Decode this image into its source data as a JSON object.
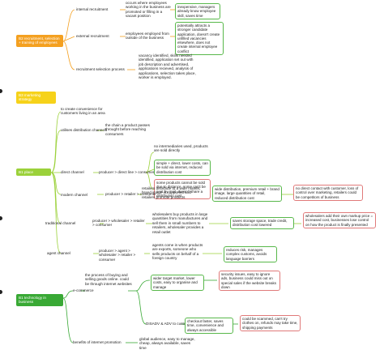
{
  "sections": {
    "b2": "B2 recruitment, selection + training of employees",
    "b3": "B3 marketing strategy",
    "b4": "B1 place",
    "b5": "B1 technology in business"
  },
  "recruitment": {
    "internal": {
      "label": "internal recruitment",
      "desc": "occurs where employees working in the business are promoted or filling in a vacant position",
      "pro": "inexpensive, managers already know employee skill, saves time"
    },
    "external": {
      "label": "external recruitment",
      "desc": "employees employed from outside of the business",
      "pro": "potentially attracts a stronger candidate application, doesn't create unfilled vacancies elsewhere, does not create internal employee conflict"
    },
    "selection": {
      "label": "recruitment selection process",
      "desc": "vacancy identified, skills needed identified, application set out with job description and advertised, applications recieved, analysis of applications, selection takes place, worker is employed."
    }
  },
  "place": {
    "purpose": "to create convenience for customers living in an area",
    "distribution": {
      "label": "utilises distribution channels",
      "desc": "the chain a product passes throught before reaching consumers"
    },
    "direct": {
      "label": "direct channel",
      "flow": "producer > direct line > consumer",
      "note1": "no intermediaries used, products are sold directly",
      "note2": "simple + direct, lower costs, can be sold via internet, reduced distribution cost",
      "note3": "some products cannot be sold due to distance, some can't be sent by mail, doesn't share a distribution cost"
    },
    "modern": {
      "label": "modern channel",
      "flow": "producer > retailer > consumer",
      "desc": "retailers distribute to a wide market, brand image is supported and retailers promote products",
      "pro": "wide distribution, premium retail + brand image, large quantities of retail, reduced distribution cost",
      "con": "no direct contact with customer, loss of control over marketing, retailers could be competitors of business"
    },
    "traditional": {
      "label": "traditional channel",
      "flow": "producer > wholesaler > retailer > consumer",
      "desc": "wholesalers buy products in large quantities from manufactures and sell them in small numbers to retailers, wholesaler provides a retail outlet",
      "pro": "saves storage space, trade credit, distribution cost lowered",
      "con": "wholesalers add their own markup price = increased cost, businesses lose control on how the product is finally presented"
    },
    "agent": {
      "label": "agent channel",
      "flow": "producer > agent > wholesaler > retailer > consumer",
      "desc": "agents come in when products are exports, someone who sells products on behalf of a foreign country",
      "pro": "reduces risk, manages complex customs, avoids language barriers"
    }
  },
  "technology": {
    "ecommerce": {
      "label": "e-commerce",
      "desc": "the process of buying and selling goods online. could be through internet websites",
      "adv_pro": "wider target market, lower costs, easy to organise and manage",
      "adv_con": "security issues, easy to ignore ads, business could miss out on special sales if the website breaks down",
      "label2": "DISADV & ADV to customers",
      "cust_pro": "checkout faster, saves time, convenience and always accessible",
      "cust_con": "could be scammed, can't try clothes on, refunds may take time, shipping payments"
    },
    "benefits": {
      "label": "benefits of internet promotion",
      "desc": "global audience, easy to manage, cheap, always available, saves time"
    }
  }
}
